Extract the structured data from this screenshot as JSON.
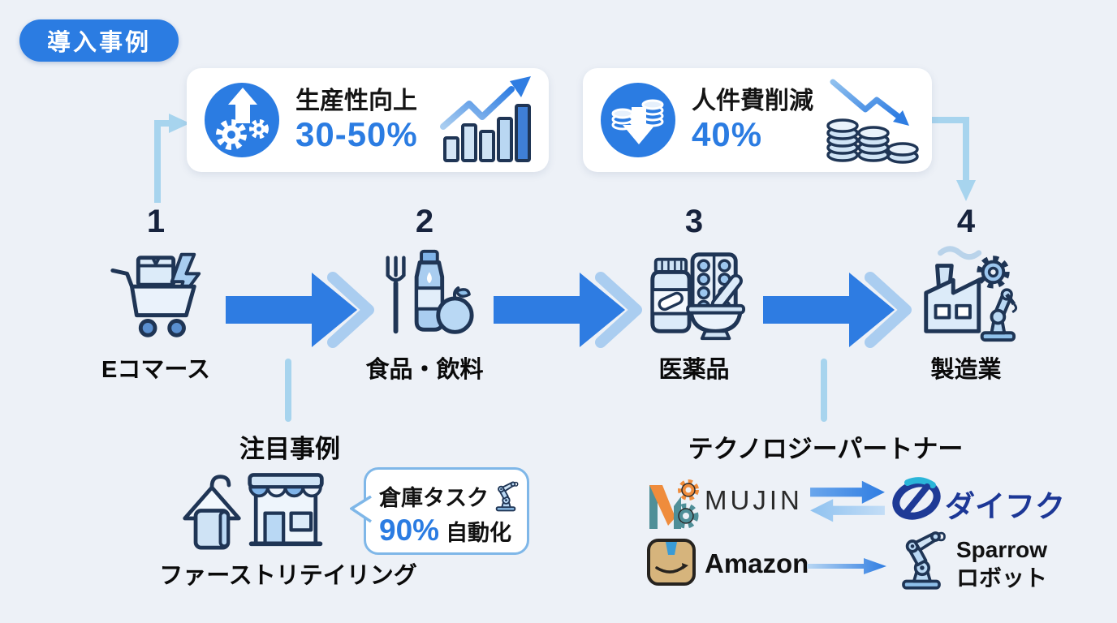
{
  "badge": "導入事例",
  "stats": [
    {
      "title": "生産性向上",
      "value": "30-50%",
      "icon": "gears-up-arrow-icon",
      "art": "rising-bar-chart-icon"
    },
    {
      "title": "人件費削減",
      "value": "40%",
      "icon": "coins-down-arrow-icon",
      "art": "declining-coins-icon"
    }
  ],
  "industries": [
    {
      "number": "1",
      "label": "Eコマース",
      "icon": "shopping-cart-lightning-icon"
    },
    {
      "number": "2",
      "label": "食品・飲料",
      "icon": "fork-bottle-apple-icon"
    },
    {
      "number": "3",
      "label": "医薬品",
      "icon": "medicine-blister-mortar-icon"
    },
    {
      "number": "4",
      "label": "製造業",
      "icon": "factory-gear-robot-icon"
    }
  ],
  "featured": {
    "heading": "注目事例",
    "company": "ファーストリテイリング",
    "icons": [
      "hanger-icon",
      "storefront-icon"
    ],
    "callout": {
      "line1": "倉庫タスク",
      "value": "90%",
      "suffix": "自動化",
      "icon": "robot-arm-icon"
    }
  },
  "partners": {
    "heading": "テクノロジーパートナー",
    "pairs": [
      {
        "left": "MUJIN",
        "right": "ダイフク",
        "relation": "bidirectional-arrows"
      },
      {
        "left": "Amazon",
        "right_line1": "Sparrow",
        "right_line2": "ロボット",
        "relation": "arrow-right"
      }
    ]
  },
  "colors": {
    "background": "#edf1f7",
    "accent_blue": "#2b7ce2",
    "light_blue_connector": "#a7d4ee",
    "navy_outline": "#1f3555",
    "value_blue": "#2b7ce2",
    "daifuku_navy": "#1c3796",
    "daifuku_cyan": "#2ab5d9",
    "mujin_orange": "#ef8c3c",
    "mujin_teal": "#4f8f98",
    "amazon_tan": "#d6b47c"
  }
}
